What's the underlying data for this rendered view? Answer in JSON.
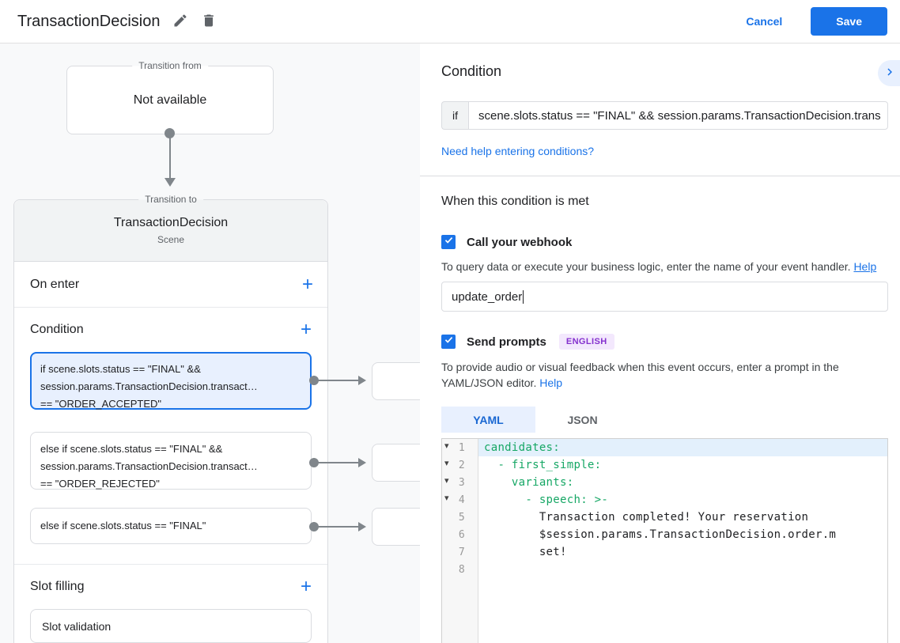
{
  "app": {
    "title": "TransactionDecision",
    "cancel": "Cancel",
    "save": "Save"
  },
  "diagram": {
    "from_card": {
      "legend": "Transition from",
      "text": "Not available"
    },
    "to_card": {
      "legend": "Transition to",
      "name": "TransactionDecision",
      "type": "Scene",
      "on_enter_label": "On enter",
      "condition_label": "Condition",
      "slot_filling_label": "Slot filling",
      "add_icon": "+",
      "conditions": [
        {
          "line1": "if scene.slots.status == \"FINAL\" &&",
          "line2": "session.params.TransactionDecision.transact…",
          "line3": "== \"ORDER_ACCEPTED\""
        },
        {
          "line1": "else if scene.slots.status == \"FINAL\" &&",
          "line2": "session.params.TransactionDecision.transact…",
          "line3": "== \"ORDER_REJECTED\""
        },
        {
          "line1": "else if scene.slots.status == \"FINAL\""
        }
      ],
      "slot_validation_label": "Slot validation"
    }
  },
  "panel": {
    "condition_title": "Condition",
    "if_label": "if",
    "if_expression": "scene.slots.status == \"FINAL\" && session.params.TransactionDecision.trans",
    "help_link": "Need help entering conditions?",
    "when_title": "When this condition is met",
    "webhook_label": "Call your webhook",
    "webhook_desc": "To query data or execute your business logic, enter the name of your event handler.",
    "webhook_help": "Help",
    "webhook_value": "update_order",
    "prompts_label": "Send prompts",
    "prompts_badge": "ENGLISH",
    "prompts_desc": "To provide audio or visual feedback when this event occurs, enter a prompt in the YAML/JSON editor.",
    "prompts_help": "Help",
    "tab_yaml": "YAML",
    "tab_json": "JSON",
    "editor": {
      "lines": [
        {
          "num": "1",
          "text": "candidates:"
        },
        {
          "num": "2",
          "text": "  - first_simple:"
        },
        {
          "num": "3",
          "text": "    variants:"
        },
        {
          "num": "4",
          "text": "      - speech: >-"
        },
        {
          "num": "5",
          "text": "        Transaction completed! Your reservation"
        },
        {
          "num": "6",
          "text": "        $session.params.TransactionDecision.order.m"
        },
        {
          "num": "7",
          "text": "        set!"
        },
        {
          "num": "8",
          "text": ""
        }
      ]
    }
  },
  "colors": {
    "accent_blue": "#1a73e8",
    "selected_condition_bg": "#e8f0fe",
    "code_key_green": "#16a765",
    "badge_bg": "#f3e8fd",
    "badge_text": "#8430ce",
    "diagram_bg": "#f8f9fa",
    "connector_gray": "#80868b"
  }
}
